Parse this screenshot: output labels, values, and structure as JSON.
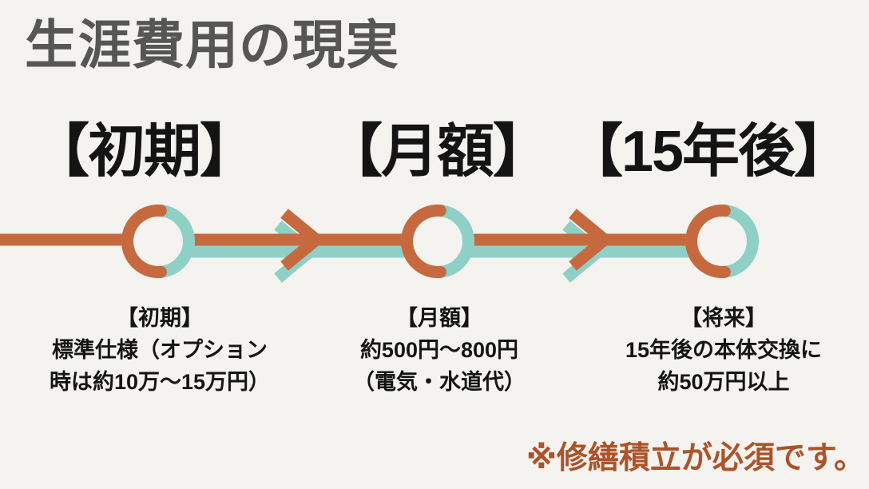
{
  "slide": {
    "title": "生涯費用の現実",
    "footnote": "※修繕積立が必須です。"
  },
  "colors": {
    "background": "#f4f3ef",
    "title_gray": "#565655",
    "text_black": "#141414",
    "timeline_orange": "#c7693f",
    "timeline_teal": "#8ed0c6",
    "footnote_orange": "#ad5329"
  },
  "stages": [
    {
      "heading": "【初期】",
      "lines": [
        "【初期】",
        "標準仕様（オプション",
        "時は約10万〜15万円）"
      ]
    },
    {
      "heading": "【月額】",
      "lines": [
        "【月額】",
        "約500円〜800円",
        "（電気・水道代）"
      ]
    },
    {
      "heading": "【15年後】",
      "lines": [
        "【将来】",
        "15年後の本体交換に",
        "約50万円以上"
      ]
    }
  ]
}
